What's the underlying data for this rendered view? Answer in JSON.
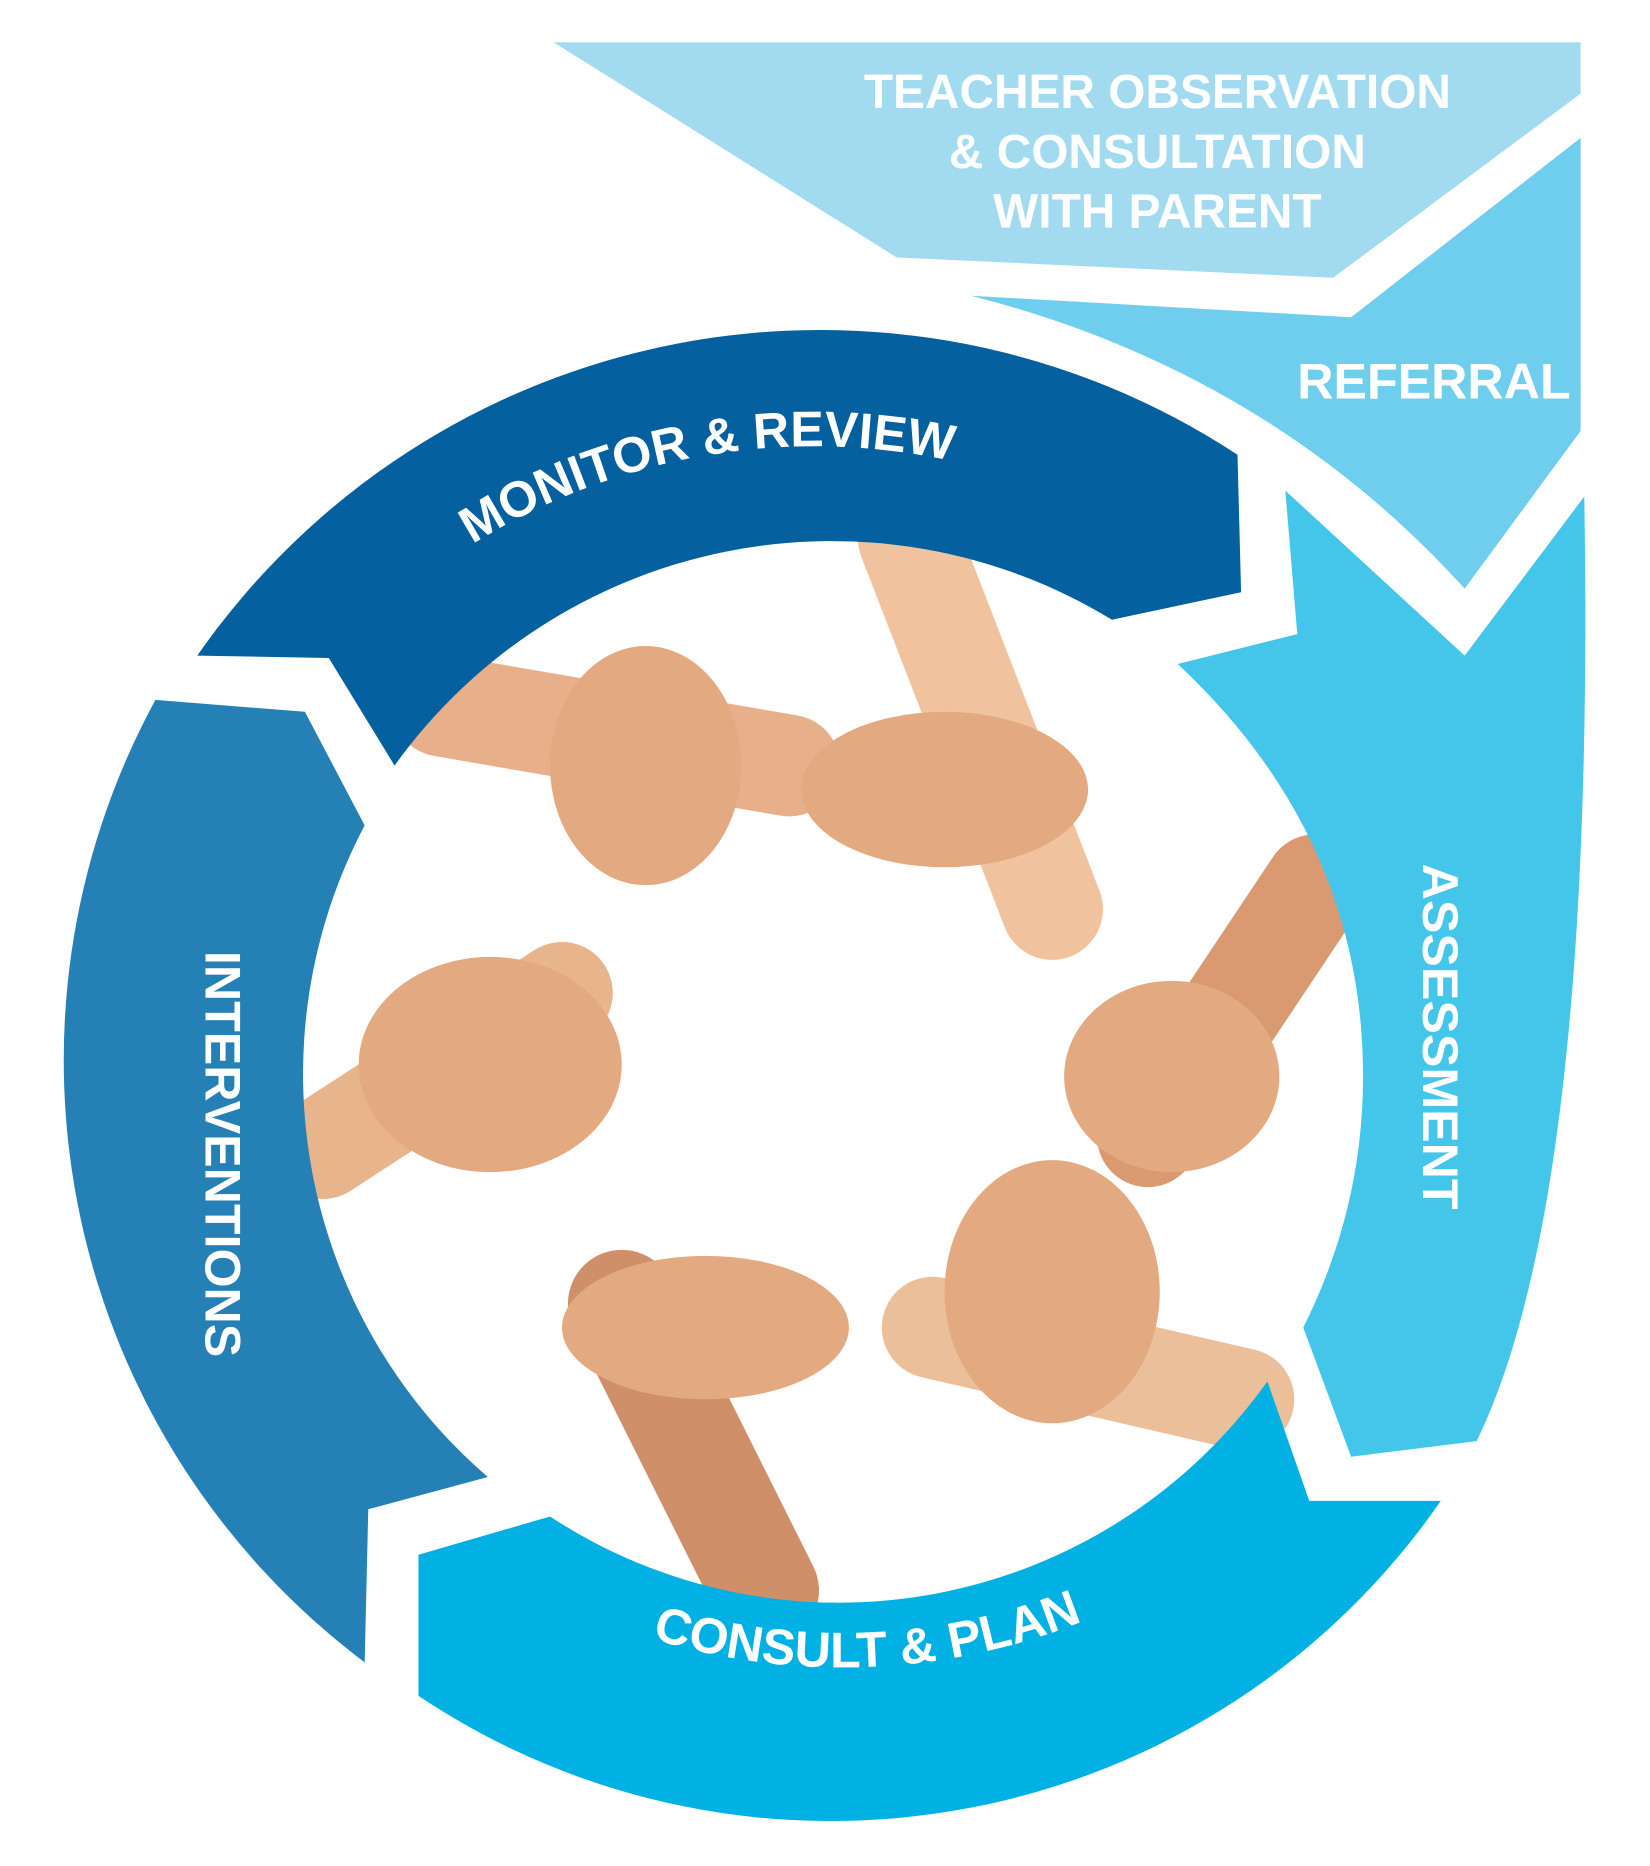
{
  "stages": {
    "teacher_observation": {
      "lines": [
        "TEACHER OBSERVATION",
        "& CONSULTATION",
        "WITH PARENT"
      ],
      "color": "#a2dbf0"
    },
    "referral": {
      "label": "REFERRAL",
      "color": "#6fcdee"
    },
    "assessment": {
      "label": "ASSESSMENT",
      "color": "#44c5ea"
    },
    "consult_plan": {
      "label": "CONSULT & PLAN",
      "color": "#01b1e3"
    },
    "interventions": {
      "label": "INTERVENTIONS",
      "color": "#2580b5"
    },
    "monitor_review": {
      "label": "MONITOR & REVIEW",
      "color": "#05609f"
    }
  },
  "image": {
    "icon": "joined-hands-photo"
  }
}
